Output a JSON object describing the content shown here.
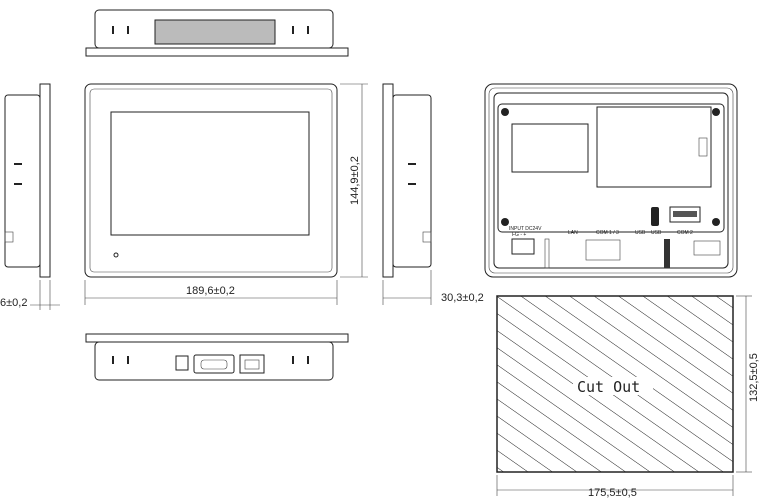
{
  "dimensions": {
    "width": "189,6±0,2",
    "height": "144,9±0,2",
    "bezel_depth": "6±0,2",
    "total_depth": "30,3±0,2",
    "cutout_width": "175,5±0,5",
    "cutout_height": "132,5±0,5"
  },
  "cutout_label": "Cut Out",
  "rear_labels": {
    "power": "INPUT DC24V",
    "power_pins": "FG  -  +",
    "lan": "LAN",
    "com13": "COM 1 / 3",
    "usb1": "USB",
    "usb2": "USB",
    "com2": "COM 2"
  }
}
